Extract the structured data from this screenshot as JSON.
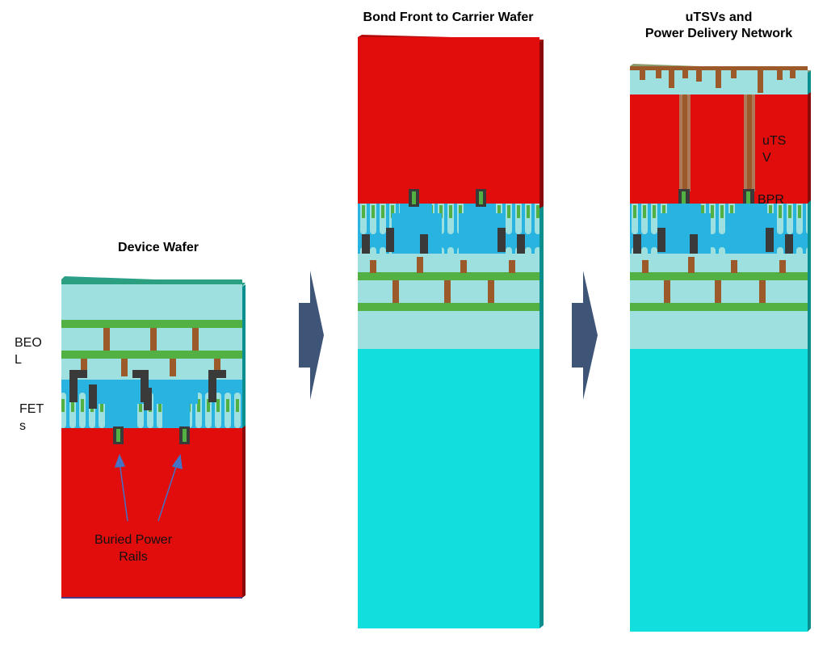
{
  "panels": [
    {
      "title": "Device Wafer"
    },
    {
      "title": "Bond Front to Carrier Wafer"
    },
    {
      "title": "uTSVs and\nPower Delivery Network"
    }
  ],
  "labels": {
    "beol": "BEO\nL",
    "fets": "FET\ns",
    "buried_power_rails": "Buried Power\nRails",
    "utsv": "uTS\nV",
    "bpr": "BPR"
  },
  "colors": {
    "substrate_red": "#e10d0d",
    "carrier_cyan": "#12dede",
    "dielectric": "#9edfe0",
    "metal_green": "#53b043",
    "via_brown": "#9c5a2a",
    "fet_blue": "#29b3e0",
    "gate_dark": "#3a3a3a",
    "arrow": "#3f5577"
  }
}
